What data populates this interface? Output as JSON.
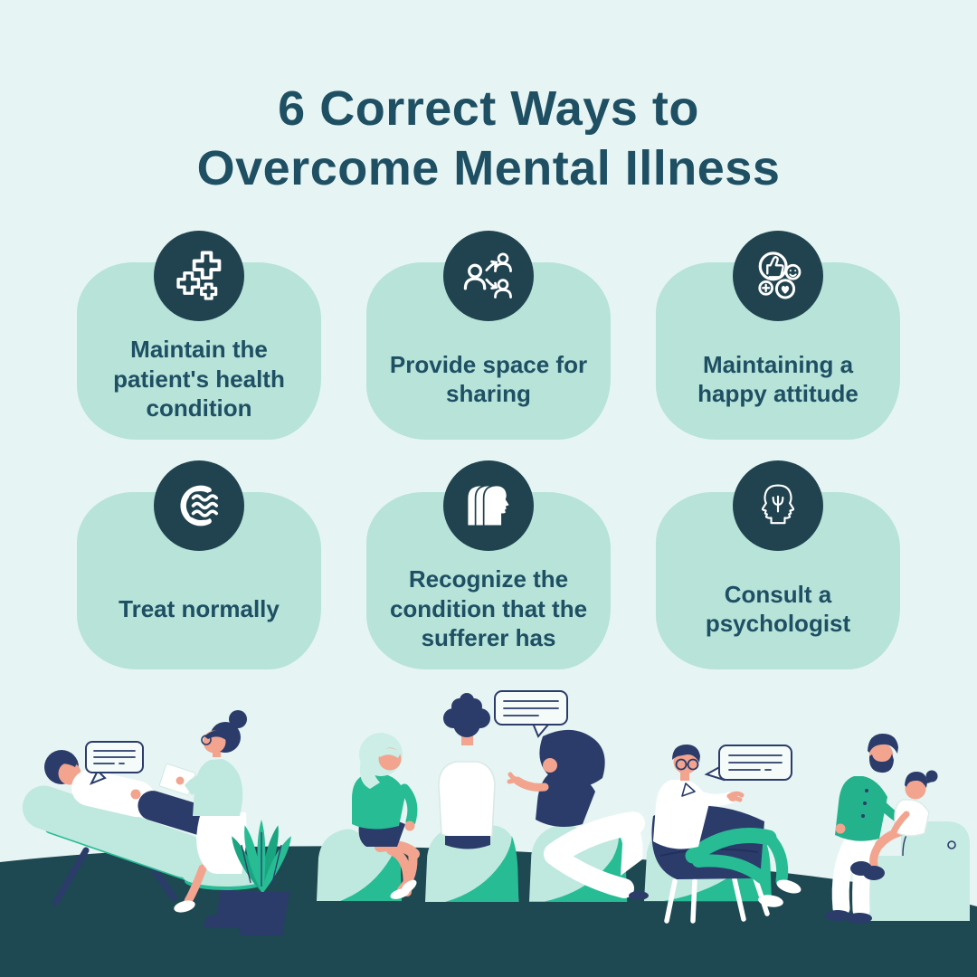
{
  "header": {
    "title_line1": "6 Correct Ways to",
    "title_line2": "Overcome Mental Illness"
  },
  "cards": [
    {
      "icon": "medical-crosses-icon",
      "label": "Maintain the patient's health condition"
    },
    {
      "icon": "sharing-people-icon",
      "label": "Provide space for sharing"
    },
    {
      "icon": "happy-attitude-icon",
      "label": "Maintaining a happy attitude"
    },
    {
      "icon": "calm-waves-icon",
      "label": "Treat normally"
    },
    {
      "icon": "face-profiles-icon",
      "label": "Recognize the condition that the sufferer has"
    },
    {
      "icon": "psychology-heads-icon",
      "label": "Consult a psychologist"
    }
  ],
  "illustration": {
    "scenes": [
      "therapy-couch-session",
      "group-sharing-on-bean-bags",
      "psychologist-with-father-and-child"
    ],
    "speech_bubbles": 3
  },
  "colors": {
    "background": "#e6f5f3",
    "card": "#b7e3d9",
    "icon_circle": "#20434f",
    "heading_text": "#1e4f63",
    "ground": "#1e4852",
    "accent_green": "#27bc94",
    "mint": "#bfe8de",
    "navy": "#2b3c6b",
    "skin": "#f2a48f",
    "bubble": "#f4fbf9"
  }
}
